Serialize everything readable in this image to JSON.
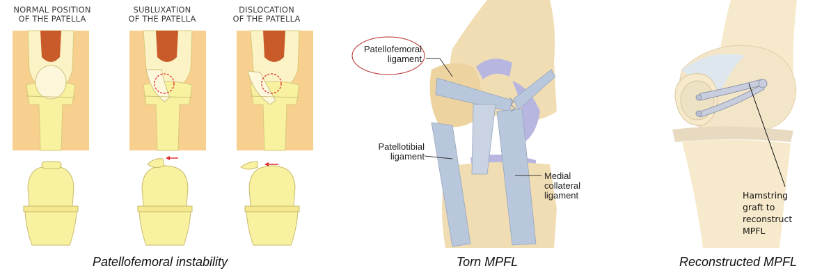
{
  "panel1": {
    "headers": [
      {
        "line1": "NORMAL POSITION",
        "line2": "OF THE PATELLA"
      },
      {
        "line1": "SUBLUXATION",
        "line2": "OF THE PATELLA"
      },
      {
        "line1": "DISLOCATION",
        "line2": "OF THE PATELLA"
      }
    ],
    "caption": "Patellofemoral instability"
  },
  "panel2": {
    "labels": {
      "patellofemoral_line1": "Patellofemoral",
      "patellofemoral_line2": "ligament",
      "patellotibial_line1": "Patellotibial",
      "patellotibial_line2": "ligament",
      "medial_line1": "Medial",
      "medial_line2": "collateral",
      "medial_line3": "ligament"
    },
    "caption": "Torn MPFL"
  },
  "panel3": {
    "labels": {
      "line1": "Hamstring",
      "line2": "graft to",
      "line3": "reconstruct",
      "line4": "MPFL"
    },
    "caption": "Reconstructed MPFL"
  },
  "colors": {
    "skin": "#f7cf8e",
    "bone": "#f8f1a0",
    "muscle": "#c95a2a",
    "arrow": "#e0282c",
    "ligament": "#b9c7dc",
    "cartilage": "#b7b6e0"
  }
}
